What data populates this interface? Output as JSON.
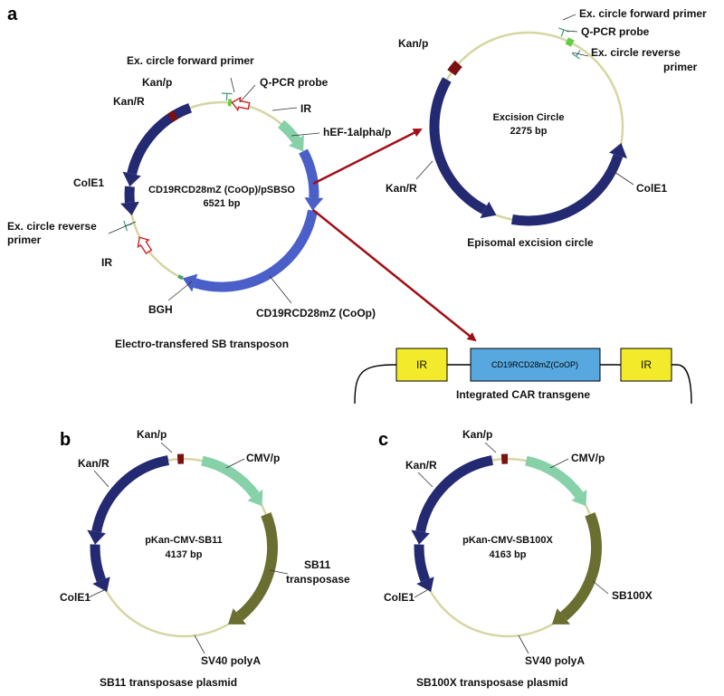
{
  "panels": {
    "a": "a",
    "b": "b",
    "c": "c"
  },
  "colors": {
    "backbone": "#d6d6a2",
    "kan": "#7a1010",
    "kanR": "#232a72",
    "colE1": "#232a72",
    "promoter": "#86d1a8",
    "car": "#4a5fc8",
    "transposase": "#6a6e30",
    "probe": "#66cc44",
    "ir_box": "#f2ea2a",
    "car_box": "#58a8e0",
    "arrow": "#a00f16"
  },
  "plasmid_a": {
    "name": "CD19RCD28mZ (CoOp)/pSBSO",
    "size": "6521 bp",
    "caption": "Electro-transfered SB transposon",
    "labels": {
      "fwd_primer": "Ex. circle forward primer",
      "qpcr": "Q-PCR probe",
      "ir_top": "IR",
      "kan_p": "Kan/p",
      "kan_r": "Kan/R",
      "hef": "hEF-1alpha/p",
      "cole1": "ColE1",
      "rev_primer_1": "Ex. circle reverse",
      "rev_primer_2": "primer",
      "ir_left": "IR",
      "bgh": "BGH",
      "car": "CD19RCD28mZ (CoOp)"
    }
  },
  "excision_circle": {
    "name": "Excision Circle",
    "size": "2275 bp",
    "caption": "Episomal excision circle",
    "labels": {
      "fwd_primer": "Ex. circle forward primer",
      "qpcr": "Q-PCR probe",
      "rev_primer_1": "Ex. circle reverse",
      "rev_primer_2": "primer",
      "kan_p": "Kan/p",
      "kan_r": "Kan/R",
      "cole1": "ColE1"
    }
  },
  "transgene": {
    "ir_left": "IR",
    "car": "CD19RCD28mZ(CoOP)",
    "ir_right": "IR",
    "caption": "Integrated CAR transgene"
  },
  "plasmid_b": {
    "name": "pKan-CMV-SB11",
    "size": "4137 bp",
    "caption": "SB11 transposase plasmid",
    "labels": {
      "kan_p": "Kan/p",
      "cmv": "CMV/p",
      "kan_r": "Kan/R",
      "sb_1": "SB11",
      "sb_2": "transposase",
      "cole1": "ColE1",
      "sv40": "SV40 polyA"
    }
  },
  "plasmid_c": {
    "name": "pKan-CMV-SB100X",
    "size": "4163 bp",
    "caption": "SB100X transposase plasmid",
    "labels": {
      "kan_p": "Kan/p",
      "cmv": "CMV/p",
      "kan_r": "Kan/R",
      "sb": "SB100X",
      "cole1": "ColE1",
      "sv40": "SV40 polyA"
    }
  }
}
